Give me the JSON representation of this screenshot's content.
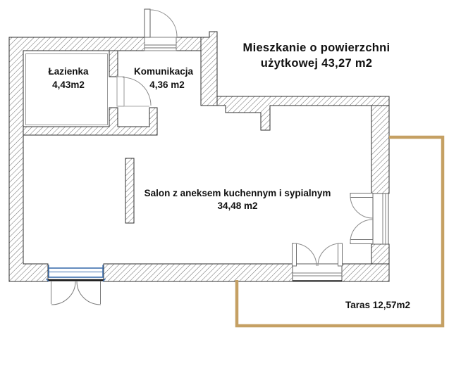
{
  "title": {
    "line1": "Mieszkanie o powierzchni",
    "line2": "użytkowej 43,27 m2"
  },
  "rooms": {
    "bathroom": {
      "name": "Łazienka",
      "area": "4,43m2"
    },
    "hallway": {
      "name": "Komunikacja",
      "area": "4,36 m2"
    },
    "living": {
      "name": "Salon z aneksem kuchennym i sypialnym",
      "area": "34,48 m2"
    },
    "terrace": {
      "label": "Taras 12,57m2"
    }
  },
  "colors": {
    "terrace_outline": "#c5a063",
    "window_frame_blue": "#3e6fae",
    "threshold_black": "#161616",
    "wall_outline": "#2f2f2f",
    "hatch_line": "#6a6a6a",
    "text": "#111111"
  }
}
